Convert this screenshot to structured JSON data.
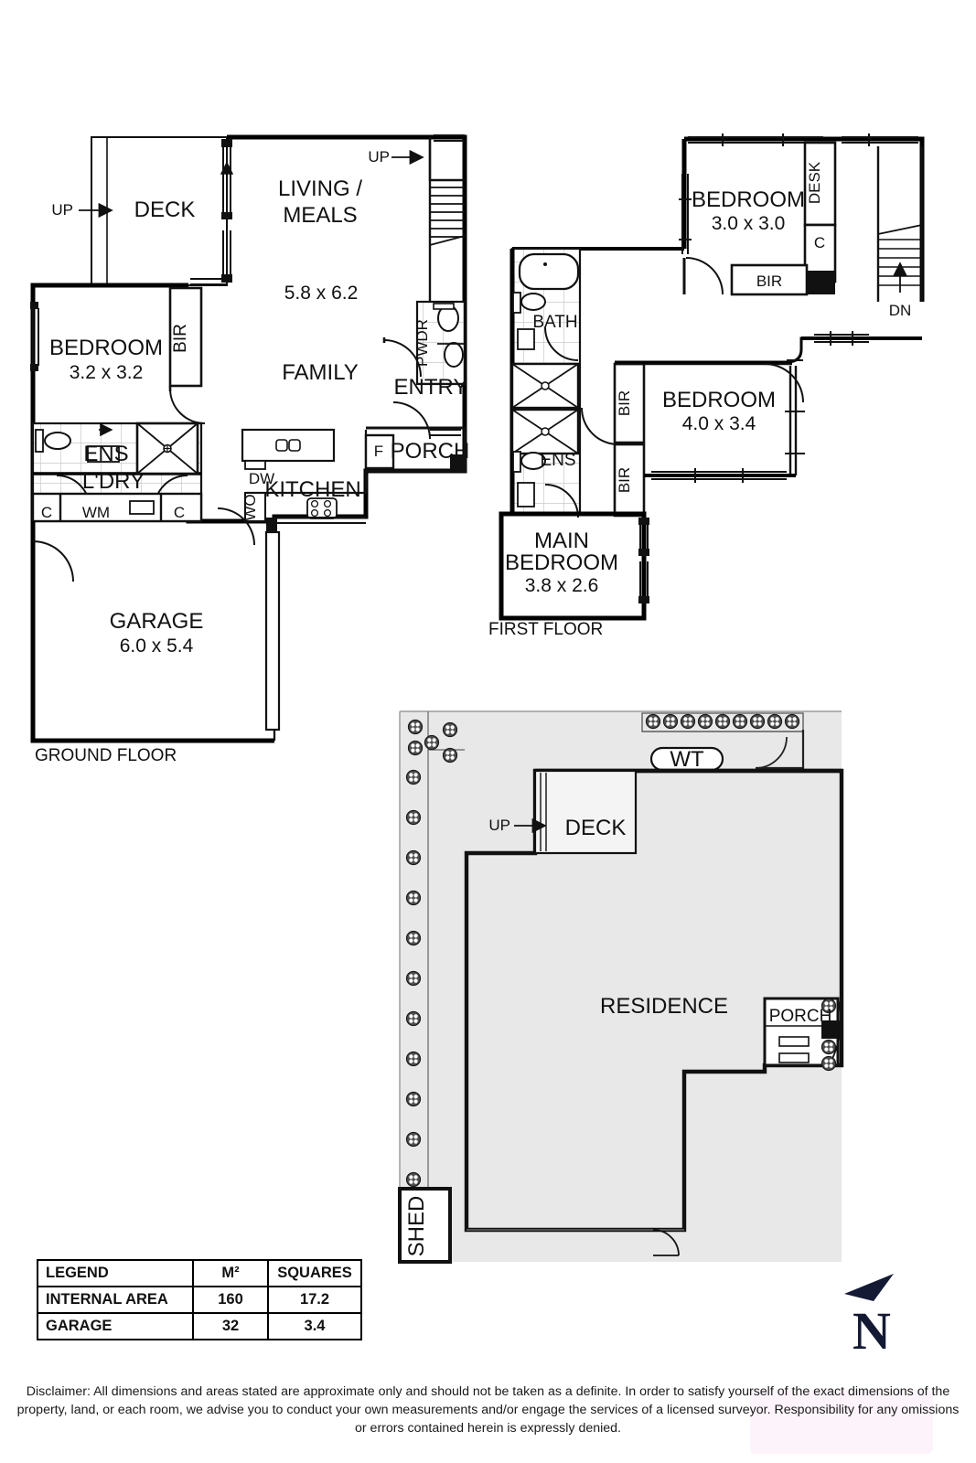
{
  "document": {
    "type": "real-estate-floorplan",
    "disclaimer": "Disclaimer: All dimensions and areas stated are approximate only and should not be taken as a definite. In order to satisfy yourself of the exact dimensions of the property, land, or each room, we advise you to conduct your own measurements and/or engage the services of a licensed surveyor. Responsibility for any omissions or errors contained herein is expressly denied."
  },
  "ground_floor": {
    "title": "GROUND FLOOR",
    "rooms": [
      {
        "name": "DECK",
        "dim": ""
      },
      {
        "name": "LIVING /",
        "name2": "MEALS",
        "dim": "5.8 x 6.2"
      },
      {
        "name": "FAMILY",
        "dim": ""
      },
      {
        "name": "BEDROOM",
        "dim": "3.2 x 3.2"
      },
      {
        "name": "ENS",
        "dim": ""
      },
      {
        "name": "L'DRY",
        "dim": ""
      },
      {
        "name": "KITCHEN",
        "dim": ""
      },
      {
        "name": "ENTRY",
        "dim": ""
      },
      {
        "name": "PORCH",
        "dim": ""
      },
      {
        "name": "PWDR",
        "dim": ""
      },
      {
        "name": "GARAGE",
        "dim": "6.0 x 5.4"
      }
    ],
    "annotations": [
      {
        "text": "UP",
        "kind": "stair-direction"
      },
      {
        "text": "BIR",
        "kind": "built-in-robe"
      },
      {
        "text": "C",
        "kind": "cupboard"
      },
      {
        "text": "WM",
        "kind": "washing-machine"
      },
      {
        "text": "DW",
        "kind": "dishwasher"
      },
      {
        "text": "WO",
        "kind": "wall-oven"
      },
      {
        "text": "F",
        "kind": "fridge"
      }
    ]
  },
  "first_floor": {
    "title": "FIRST FLOOR",
    "rooms": [
      {
        "name": "BEDROOM",
        "dim": "3.0 x 3.0"
      },
      {
        "name": "BEDROOM",
        "dim": "4.0 x 3.4"
      },
      {
        "name": "MAIN",
        "name2": "BEDROOM",
        "dim": "3.8 x 2.6"
      },
      {
        "name": "BATH",
        "dim": ""
      },
      {
        "name": "ENS",
        "dim": ""
      }
    ],
    "annotations": [
      {
        "text": "DESK",
        "kind": "desk"
      },
      {
        "text": "C",
        "kind": "cupboard"
      },
      {
        "text": "BIR",
        "kind": "built-in-robe"
      },
      {
        "text": "DN",
        "kind": "stair-direction-down"
      }
    ]
  },
  "site_plan": {
    "labels": [
      {
        "text": "RESIDENCE",
        "kind": "building-footprint"
      },
      {
        "text": "DECK",
        "kind": "deck"
      },
      {
        "text": "PORCH",
        "kind": "porch"
      },
      {
        "text": "SHED",
        "kind": "shed"
      },
      {
        "text": "WT",
        "kind": "water-tank"
      },
      {
        "text": "UP",
        "kind": "step-direction"
      }
    ]
  },
  "legend": {
    "headers": [
      "LEGEND",
      "M²",
      "SQUARES"
    ],
    "rows": [
      {
        "label": "INTERNAL AREA",
        "m2": "160",
        "squares": "17.2"
      },
      {
        "label": "GARAGE",
        "m2": "32",
        "squares": "3.4"
      }
    ]
  },
  "compass": {
    "label": "N",
    "color": "#141a33"
  },
  "colors": {
    "wall": "#000000",
    "site_fill": "#e8e8e8",
    "deck_fill": "#f2f2f2",
    "text": "#111111"
  }
}
